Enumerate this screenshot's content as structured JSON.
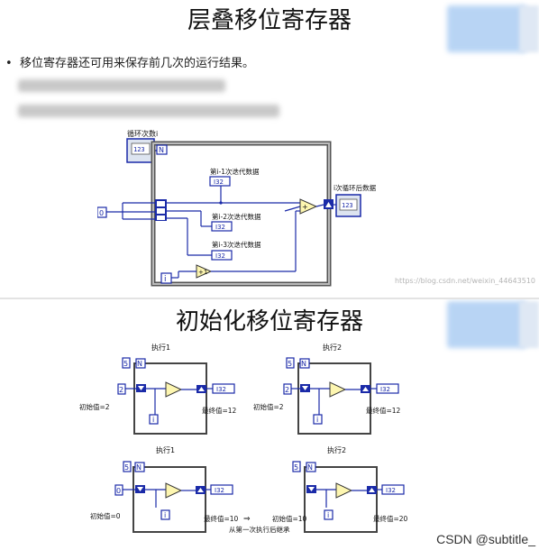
{
  "slide1": {
    "title": "层叠移位寄存器",
    "bullet": "移位寄存器还可用来保存前几次的运行结果。",
    "diagram": {
      "loop_count_label": "循环次数i",
      "loop_count_value": "123",
      "n_label": "N",
      "iteration_1_label": "第i-1次迭代数据",
      "iteration_2_label": "第i-2次迭代数据",
      "iteration_3_label": "第i-3次迭代数据",
      "result_label": "i次循环后数据",
      "indicator_type": "I32",
      "result_value": "123",
      "init_constant": "0",
      "i_label": "i",
      "add_symbol": "+",
      "inc_symbol": "+1"
    },
    "source_url": "https://blog.csdn.net/weixin_44643510"
  },
  "slide2": {
    "title": "初始化移位寄存器",
    "panels": [
      {
        "exec_label": "执行1",
        "n_value": "5",
        "init_const": "2",
        "init_text": "初始值=2",
        "final_text": "最终值=12",
        "indicator": "I32"
      },
      {
        "exec_label": "执行2",
        "n_value": "5",
        "init_const": "2",
        "init_text": "初始值=2",
        "final_text": "最终值=12",
        "indicator": "I32"
      },
      {
        "exec_label": "执行1",
        "n_value": "5",
        "init_const": "0",
        "init_text": "初始值=0",
        "final_text": "最终值=10",
        "indicator": "I32"
      },
      {
        "exec_label": "执行2",
        "n_value": "5",
        "init_const": "",
        "init_text": "初始值=10",
        "final_text": "最终值=20",
        "indicator": "I32"
      }
    ],
    "inherit_note": "从第一次执行后继承",
    "arrow_symbol": "⇒",
    "n_label": "N",
    "i_label": "i"
  },
  "watermark": "CSDN @subtitle_"
}
